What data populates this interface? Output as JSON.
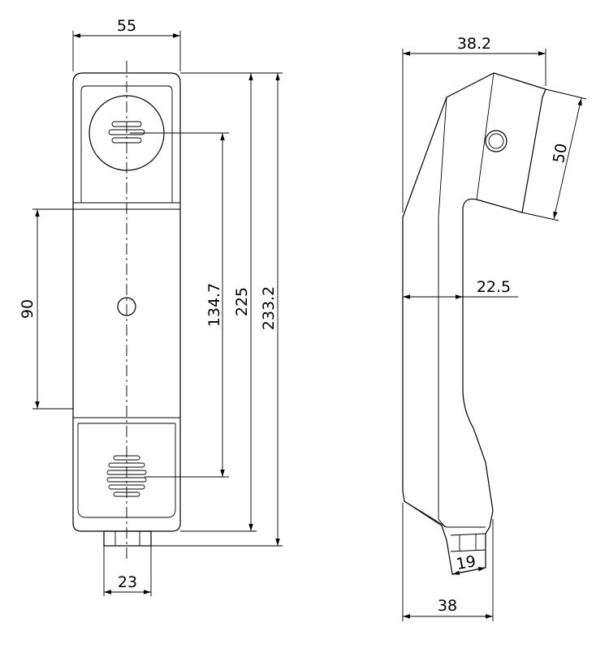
{
  "front_view": {
    "width": "55",
    "earpiece_to_mouthpiece": "134.7",
    "body_length": "225",
    "overall_length": "233.2",
    "grip_length": "90",
    "cord_width": "23"
  },
  "side_view": {
    "top_width": "38.2",
    "head_depth": "50",
    "grip_thickness": "22.5",
    "bottom_width": "38",
    "cord_width": "19"
  }
}
